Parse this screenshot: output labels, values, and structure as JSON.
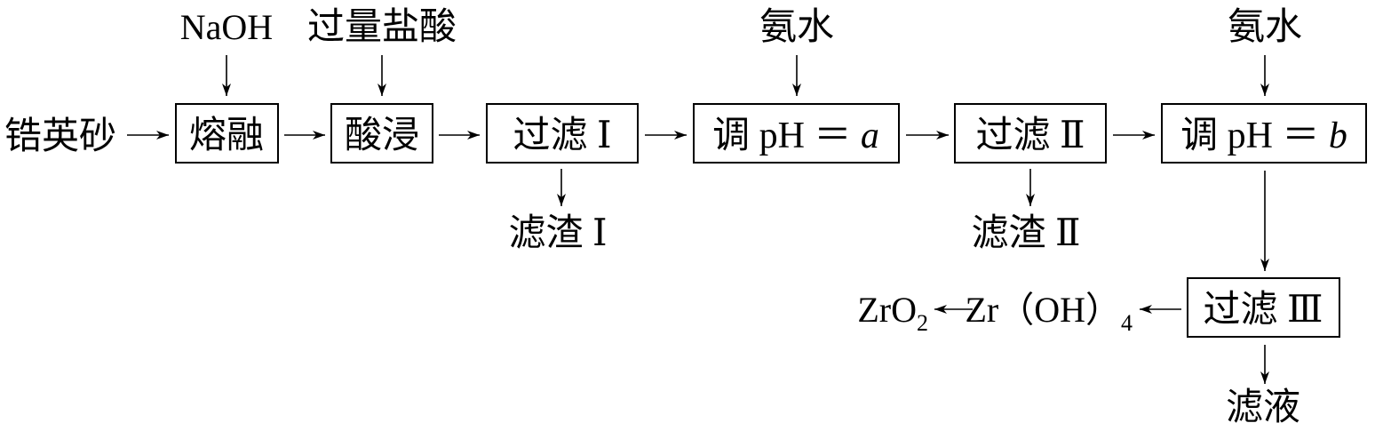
{
  "inputs": {
    "naoh": "NaOH",
    "excess_hcl": "过量盐酸",
    "ammonia_1": "氨水",
    "ammonia_2": "氨水"
  },
  "raw_material": "锆英砂",
  "steps": {
    "melt": "熔融",
    "acid_leach": "酸浸",
    "filter_1": "过滤 Ⅰ",
    "adjust_ph_a": {
      "prefix": "调 pH ＝ ",
      "var": "a"
    },
    "filter_2": "过滤 Ⅱ",
    "adjust_ph_b": {
      "prefix": "调 pH ＝ ",
      "var": "b"
    },
    "filter_3": "过滤 Ⅲ"
  },
  "outputs": {
    "residue_1": "滤渣 Ⅰ",
    "residue_2": "滤渣 Ⅱ",
    "filtrate": "滤液",
    "zr_oh4": {
      "base": "Zr（OH）",
      "sub": "4"
    },
    "zro2": {
      "base": "ZrO",
      "sub": "2"
    }
  }
}
